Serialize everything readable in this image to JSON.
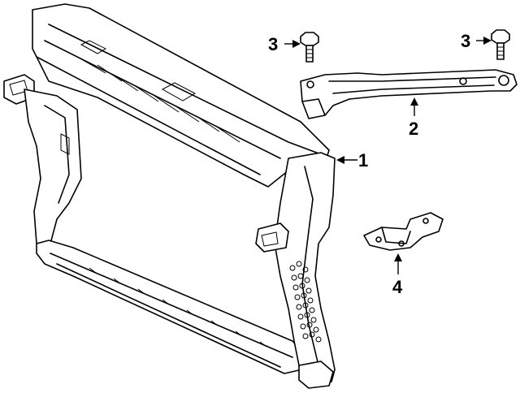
{
  "callouts": [
    {
      "id": "1",
      "label": "1"
    },
    {
      "id": "2",
      "label": "2"
    },
    {
      "id": "3a",
      "label": "3"
    },
    {
      "id": "3b",
      "label": "3"
    },
    {
      "id": "4",
      "label": "4"
    }
  ]
}
